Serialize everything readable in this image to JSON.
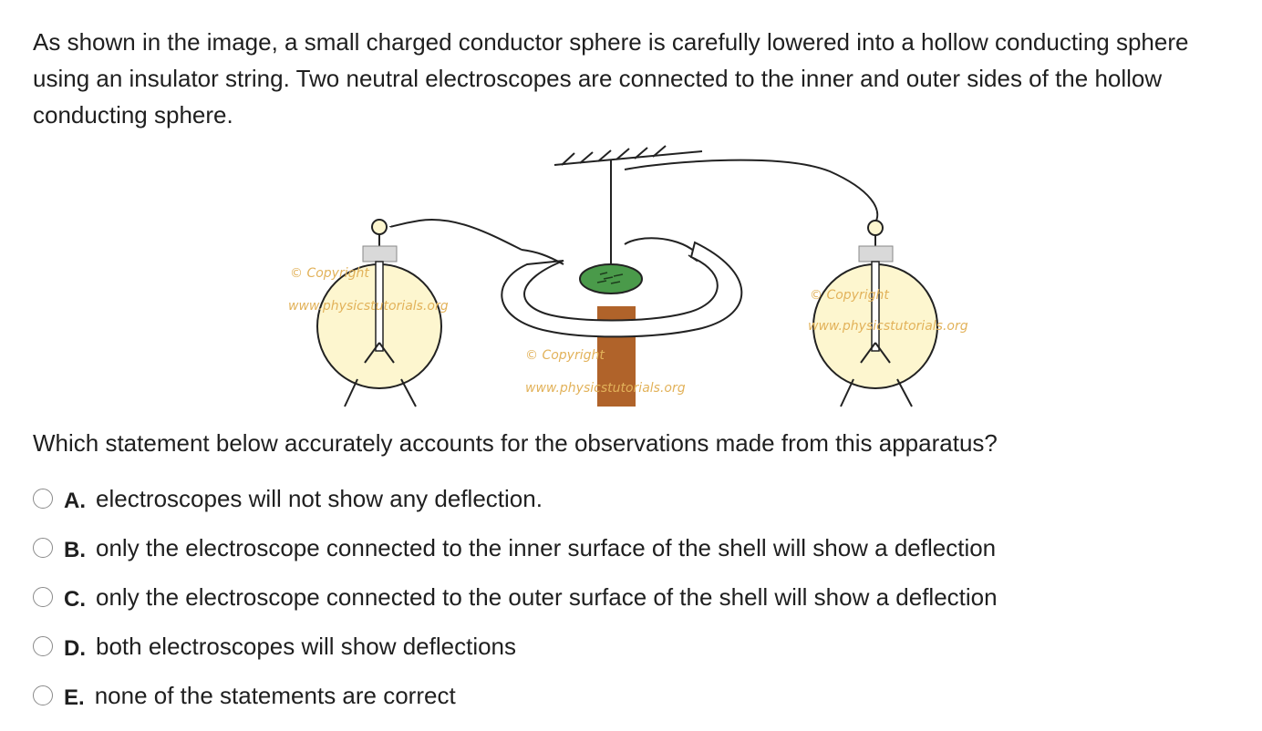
{
  "stem": "As shown in the image, a small charged conductor sphere is carefully lowered into a hollow conducting sphere using an insulator string. Two neutral electroscopes are connected to the inner and outer sides of the hollow conducting sphere.",
  "figure": {
    "watermark_left_1": "© Copyright",
    "watermark_left_2": "www.physicstutorials.org",
    "watermark_center_1": "© Copyright",
    "watermark_center_2": "www.physicstutorials.org",
    "watermark_right_1": "© Copyright",
    "watermark_right_2": "www.physicstutorials.org",
    "colors": {
      "electroscope_fill": "#fdf6cf",
      "charged_sphere": "#4a9a4a",
      "stand": "#b0632a",
      "watermark": "#e2b25a"
    }
  },
  "question": "Which statement below accurately accounts for the observations made from this apparatus?",
  "options": [
    {
      "letter": "A.",
      "text": "electroscopes will not show any deflection."
    },
    {
      "letter": "B.",
      "text": "only the electroscope connected to the inner surface of the shell will show a deflection"
    },
    {
      "letter": "C.",
      "text": "only the electroscope connected to the outer surface of the shell will show a deflection"
    },
    {
      "letter": "D.",
      "text": "both electroscopes will show deflections"
    },
    {
      "letter": "E.",
      "text": "none of the statements are correct"
    }
  ]
}
